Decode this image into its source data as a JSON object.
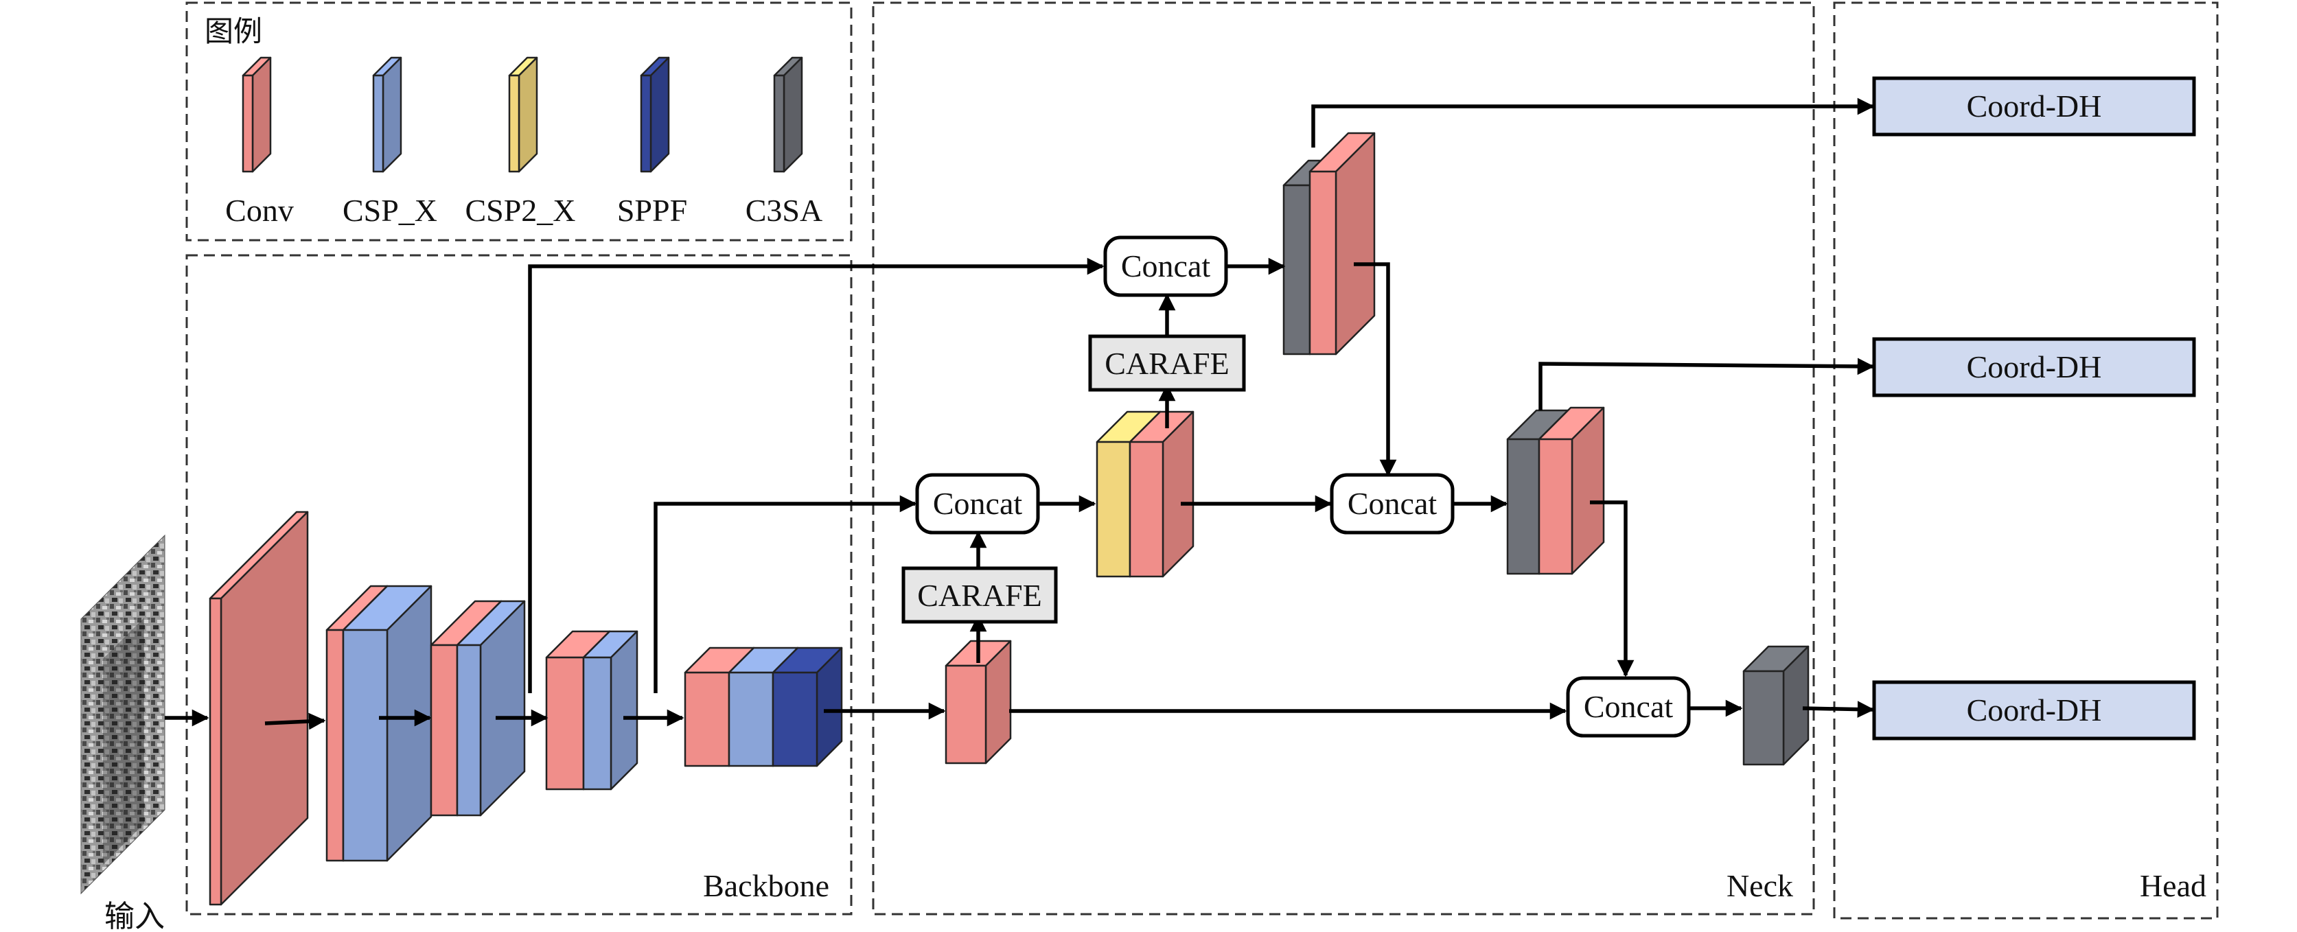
{
  "colors": {
    "conv": "#F08E8A",
    "csp_x": "#8AA4D8",
    "csp2_x": "#F1D67D",
    "sppf": "#34479A",
    "c3sa": "#6E7178",
    "head_fill": "#D0DAF0",
    "carafe_fill": "#E6E6E6",
    "concat_fill": "#FFFFFF"
  },
  "legend": {
    "title": "图例",
    "items": [
      {
        "label": "Conv",
        "type": "conv"
      },
      {
        "label": "CSP_X",
        "type": "csp_x"
      },
      {
        "label": "CSP2_X",
        "type": "csp2_x"
      },
      {
        "label": "SPPF",
        "type": "sppf"
      },
      {
        "label": "C3SA",
        "type": "c3sa"
      }
    ]
  },
  "input_label": "输入",
  "sections": {
    "backbone": "Backbone",
    "neck": "Neck",
    "head": "Head"
  },
  "nodes": {
    "concat_1": "Concat",
    "concat_2": "Concat",
    "concat_3": "Concat",
    "concat_4": "Concat",
    "carafe_1": "CARAFE",
    "carafe_2": "CARAFE",
    "head_1": "Coord-DH",
    "head_2": "Coord-DH",
    "head_3": "Coord-DH"
  }
}
